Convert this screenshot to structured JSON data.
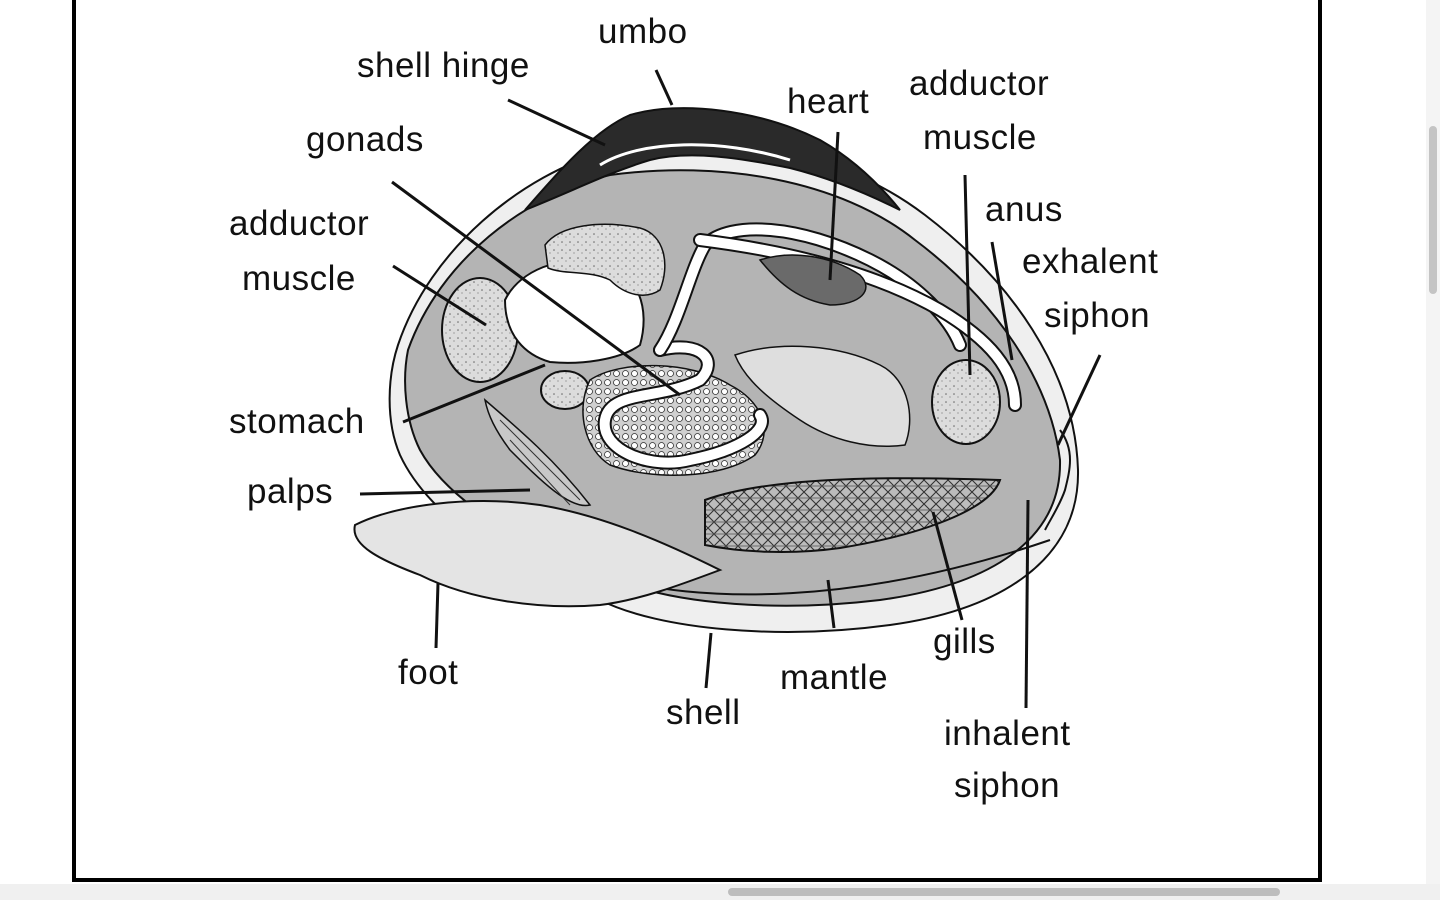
{
  "diagram": {
    "labels": {
      "umbo": "umbo",
      "shell_hinge": "shell hinge",
      "heart": "heart",
      "adductor_right_1": "adductor",
      "adductor_right_2": "muscle",
      "gonads": "gonads",
      "anus": "anus",
      "adductor_left_1": "adductor",
      "adductor_left_2": "muscle",
      "exhalent_1": "exhalent",
      "exhalent_2": "siphon",
      "stomach": "stomach",
      "palps": "palps",
      "foot": "foot",
      "mantle": "mantle",
      "gills": "gills",
      "shell": "shell",
      "inhalent_1": "inhalent",
      "inhalent_2": "siphon"
    }
  },
  "colors": {
    "body_gray": "#b4b4b4",
    "light_gray": "#e2e2e2",
    "shell_dark": "#2a2a2a",
    "line": "#111111"
  }
}
